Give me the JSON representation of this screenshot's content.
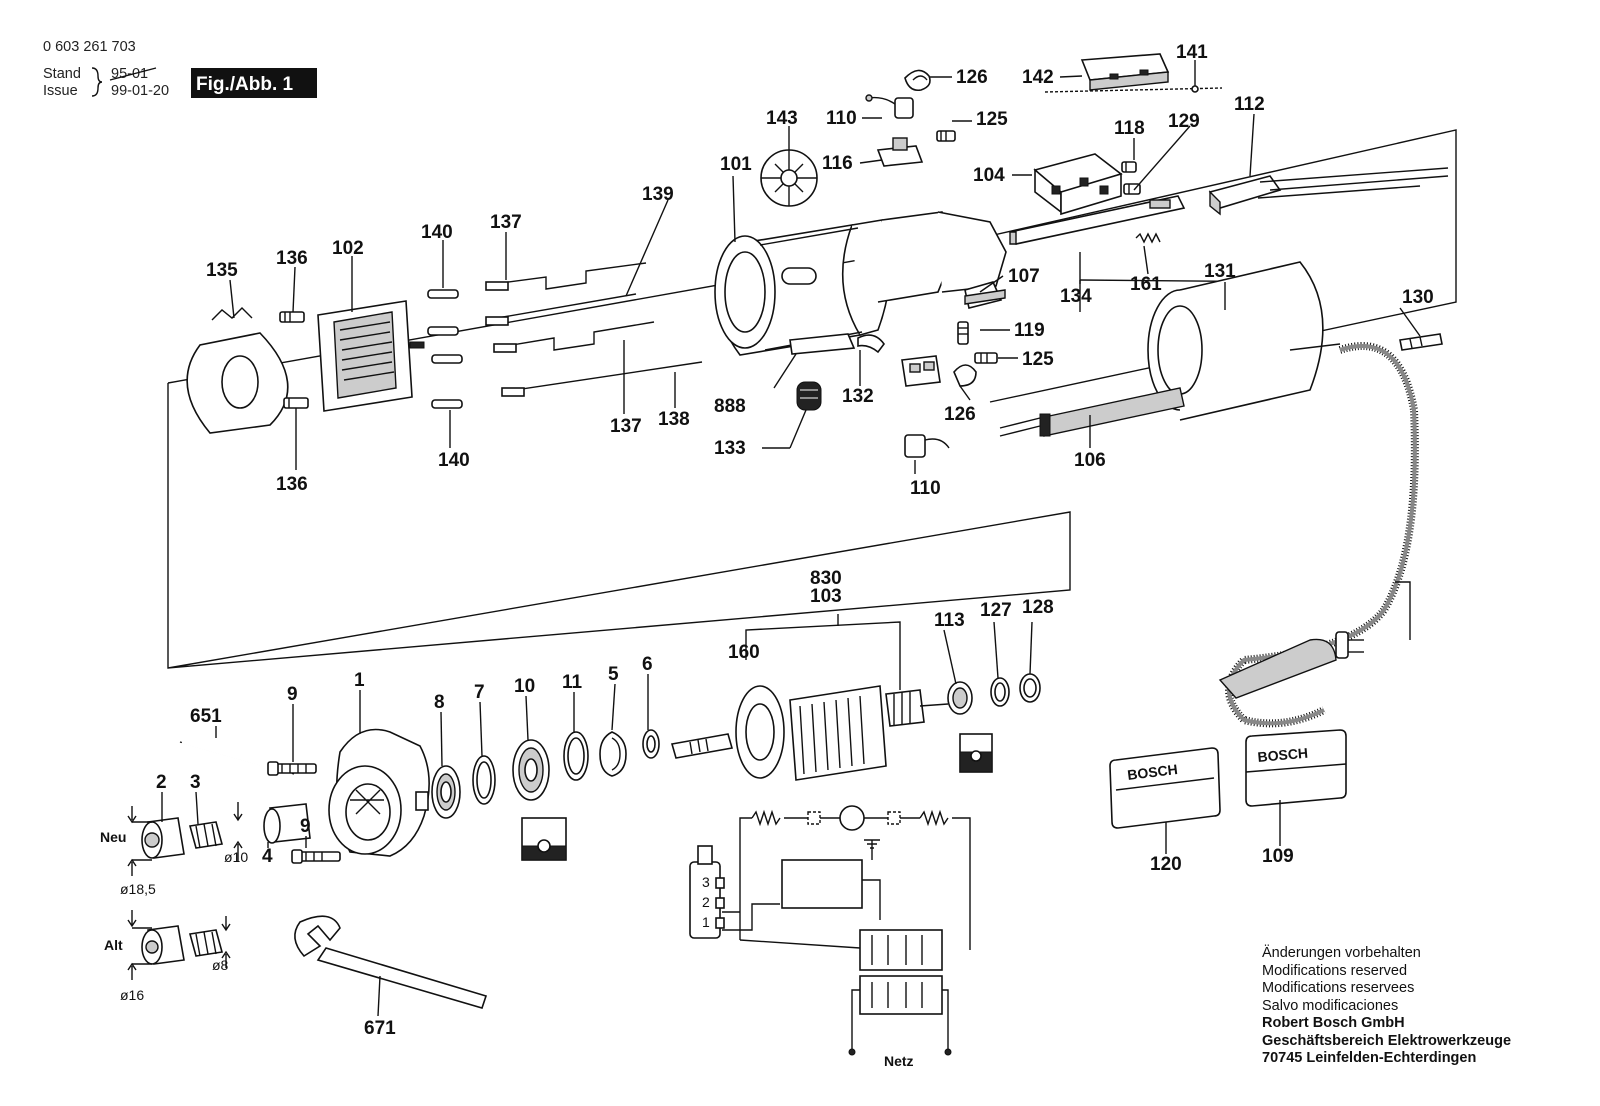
{
  "header": {
    "part_number": "0 603 261 703",
    "stand_label": "Stand",
    "stand_value": "95-01",
    "issue_label": "Issue",
    "issue_value": "99-01-20",
    "figure_badge": "Fig./Abb. 1"
  },
  "callouts": {
    "c141": "141",
    "c142": "142",
    "c126a": "126",
    "c110a": "110",
    "c125a": "125",
    "c143": "143",
    "c116": "116",
    "c118": "118",
    "c129": "129",
    "c112": "112",
    "c101": "101",
    "c104": "104",
    "c139": "139",
    "c137a": "137",
    "c140a": "140",
    "c102": "102",
    "c136a": "136",
    "c135": "135",
    "c107": "107",
    "c161": "161",
    "c134": "134",
    "c131": "131",
    "c130": "130",
    "c119": "119",
    "c125b": "125",
    "c126b": "126",
    "c888": "888",
    "c132": "132",
    "c133": "133",
    "c137b": "137",
    "c138": "138",
    "c140b": "140",
    "c136b": "136",
    "c110b": "110",
    "c106": "106",
    "c830": "830",
    "c103": "103",
    "c160": "160",
    "c113": "113",
    "c127": "127",
    "c128": "128",
    "c651": "651",
    "c9a": "9",
    "c1": "1",
    "c8": "8",
    "c7": "7",
    "c10": "10",
    "c11": "11",
    "c5": "5",
    "c6": "6",
    "c2": "2",
    "c3": "3",
    "c4": "4",
    "c9b": "9",
    "c671": "671",
    "c120": "120",
    "c109": "109"
  },
  "dimensions": {
    "neu": "Neu",
    "alt": "Alt",
    "d10": "ø10",
    "d18_5": "ø18,5",
    "d8": "ø8",
    "d16": "ø16"
  },
  "labels": {
    "bosch_a": "BOSCH",
    "bosch_b": "BOSCH",
    "netz": "Netz",
    "pin3": "3",
    "pin2": "2",
    "pin1": "1"
  },
  "notes": {
    "line1": "Änderungen vorbehalten",
    "line2": "Modifications reserved",
    "line3": "Modifications reservees",
    "line4": "Salvo modificaciones",
    "company": "Robert Bosch GmbH",
    "division": "Geschäftsbereich Elektrowerkzeuge",
    "address": "70745 Leinfelden-Echterdingen"
  }
}
